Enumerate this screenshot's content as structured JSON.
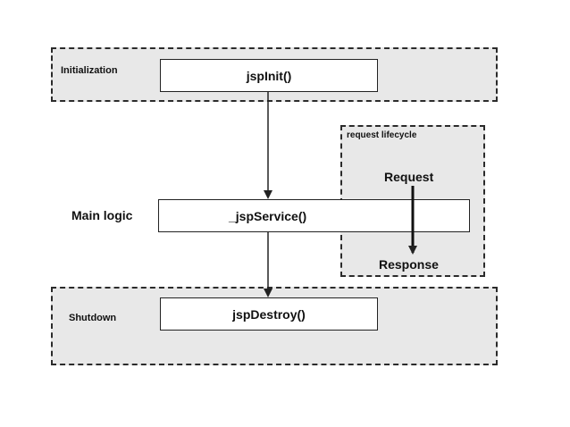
{
  "regions": {
    "initialization": {
      "label": "Initialization"
    },
    "request_lifecycle": {
      "label": "request lifecycle"
    },
    "shutdown": {
      "label": "Shutdown"
    }
  },
  "labels": {
    "main_logic": "Main logic"
  },
  "boxes": {
    "jsp_init": "jspInit()",
    "jsp_service": "_jspService()",
    "jsp_destroy": "jspDestroy()"
  },
  "lifecycle": {
    "request": "Request",
    "response": "Response"
  }
}
